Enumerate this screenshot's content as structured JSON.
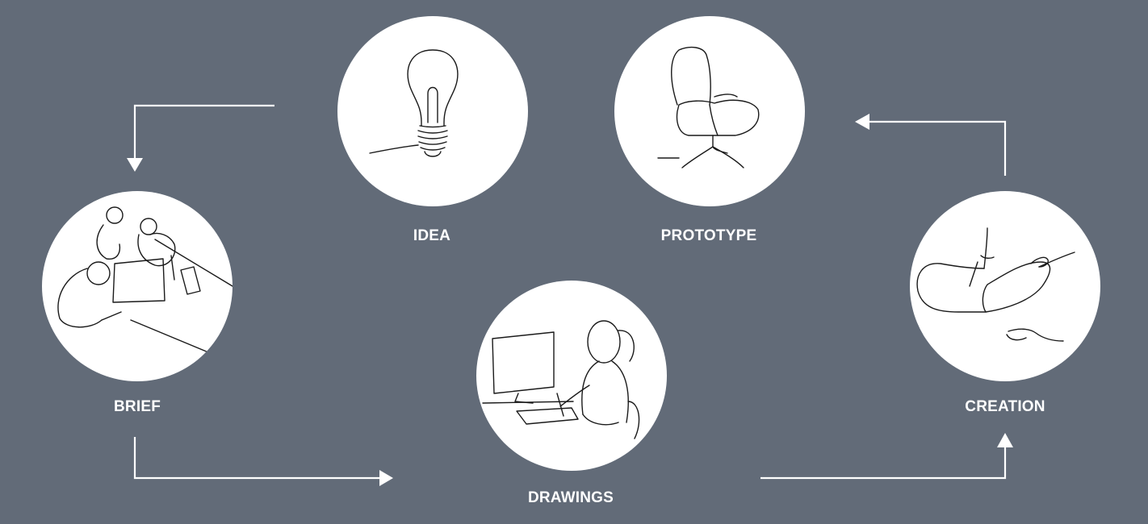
{
  "diagram": {
    "steps": [
      {
        "id": "idea",
        "label": "IDEA",
        "icon": "lightbulb-icon"
      },
      {
        "id": "prototype",
        "label": "PROTOTYPE",
        "icon": "chair-icon"
      },
      {
        "id": "brief",
        "label": "BRIEF",
        "icon": "team-meeting-icon"
      },
      {
        "id": "drawings",
        "label": "DRAWINGS",
        "icon": "designer-at-desk-icon"
      },
      {
        "id": "creation",
        "label": "CREATION",
        "icon": "hands-shaping-chair-icon"
      }
    ]
  },
  "colors": {
    "background": "#626b78",
    "circle": "#ffffff",
    "label": "#ffffff",
    "arrow": "#ffffff",
    "line_art": "#1a1a1a"
  }
}
